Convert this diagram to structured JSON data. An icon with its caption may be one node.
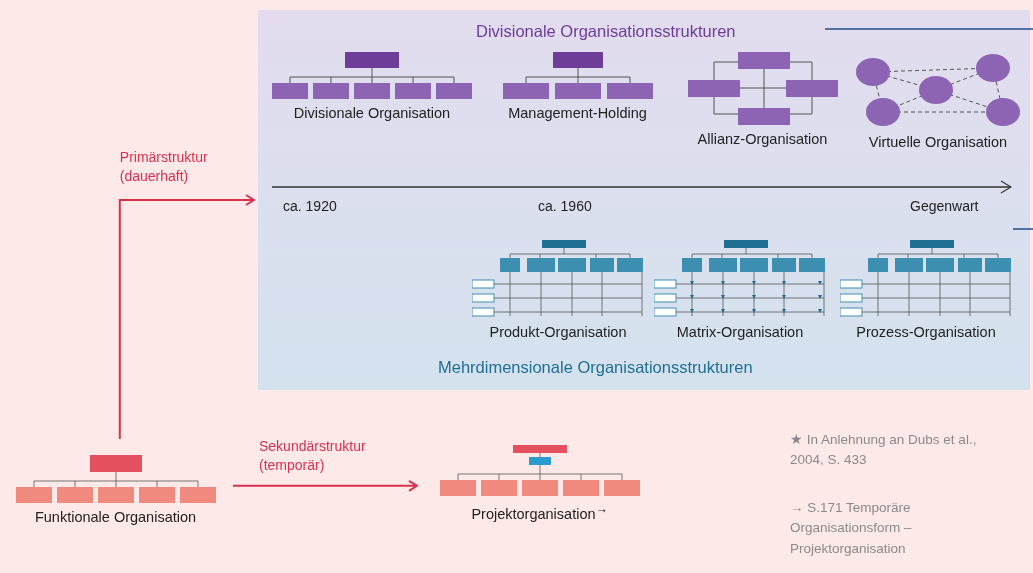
{
  "diagram": {
    "nodes": [
      {
        "text": [
          "Divisionale Organisationsstrukturen",
          "Mehrdimensionale Organisationsstrukturen"
        ]
      },
      {
        "text": [
          "Divisionale Organisation"
        ],
        "in": 0
      },
      {
        "text": [
          "Management-Holding"
        ],
        "in": 0
      },
      {
        "text": [
          "Allianz-Organisation"
        ],
        "in": 0
      },
      {
        "text": [
          "Virtuelle Organisation"
        ],
        "in": 0
      },
      {
        "text": [
          "Produkt-Organisation"
        ],
        "in": 0
      },
      {
        "text": [
          "Matrix-Organisation"
        ],
        "in": 0
      },
      {
        "text": [
          "Prozess-Organisation"
        ],
        "in": 0
      },
      {
        "text": [
          "Funktionale Organisation"
        ]
      },
      {
        "text": [
          "Projektorganisation$^{→}$"
        ]
      }
    ],
    "edges": [
      {
        "from": 8,
        "to": 0,
        "arrow": "to",
        "label": "Primärstruktur (dauerhaft)"
      },
      {
        "from": 8,
        "to": 9,
        "arrow": "to",
        "label": "Sekundärstruktur (temporär)"
      }
    ],
    "labels": [
      "ca. 1920",
      "ca. 1960",
      "Gegenwart",
      "★ In Anlehnung an Dubs et al., 2004, S. 433",
      "→ S.171 Temporäre Organisationsform – Projektorganisation"
    ]
  }
}
